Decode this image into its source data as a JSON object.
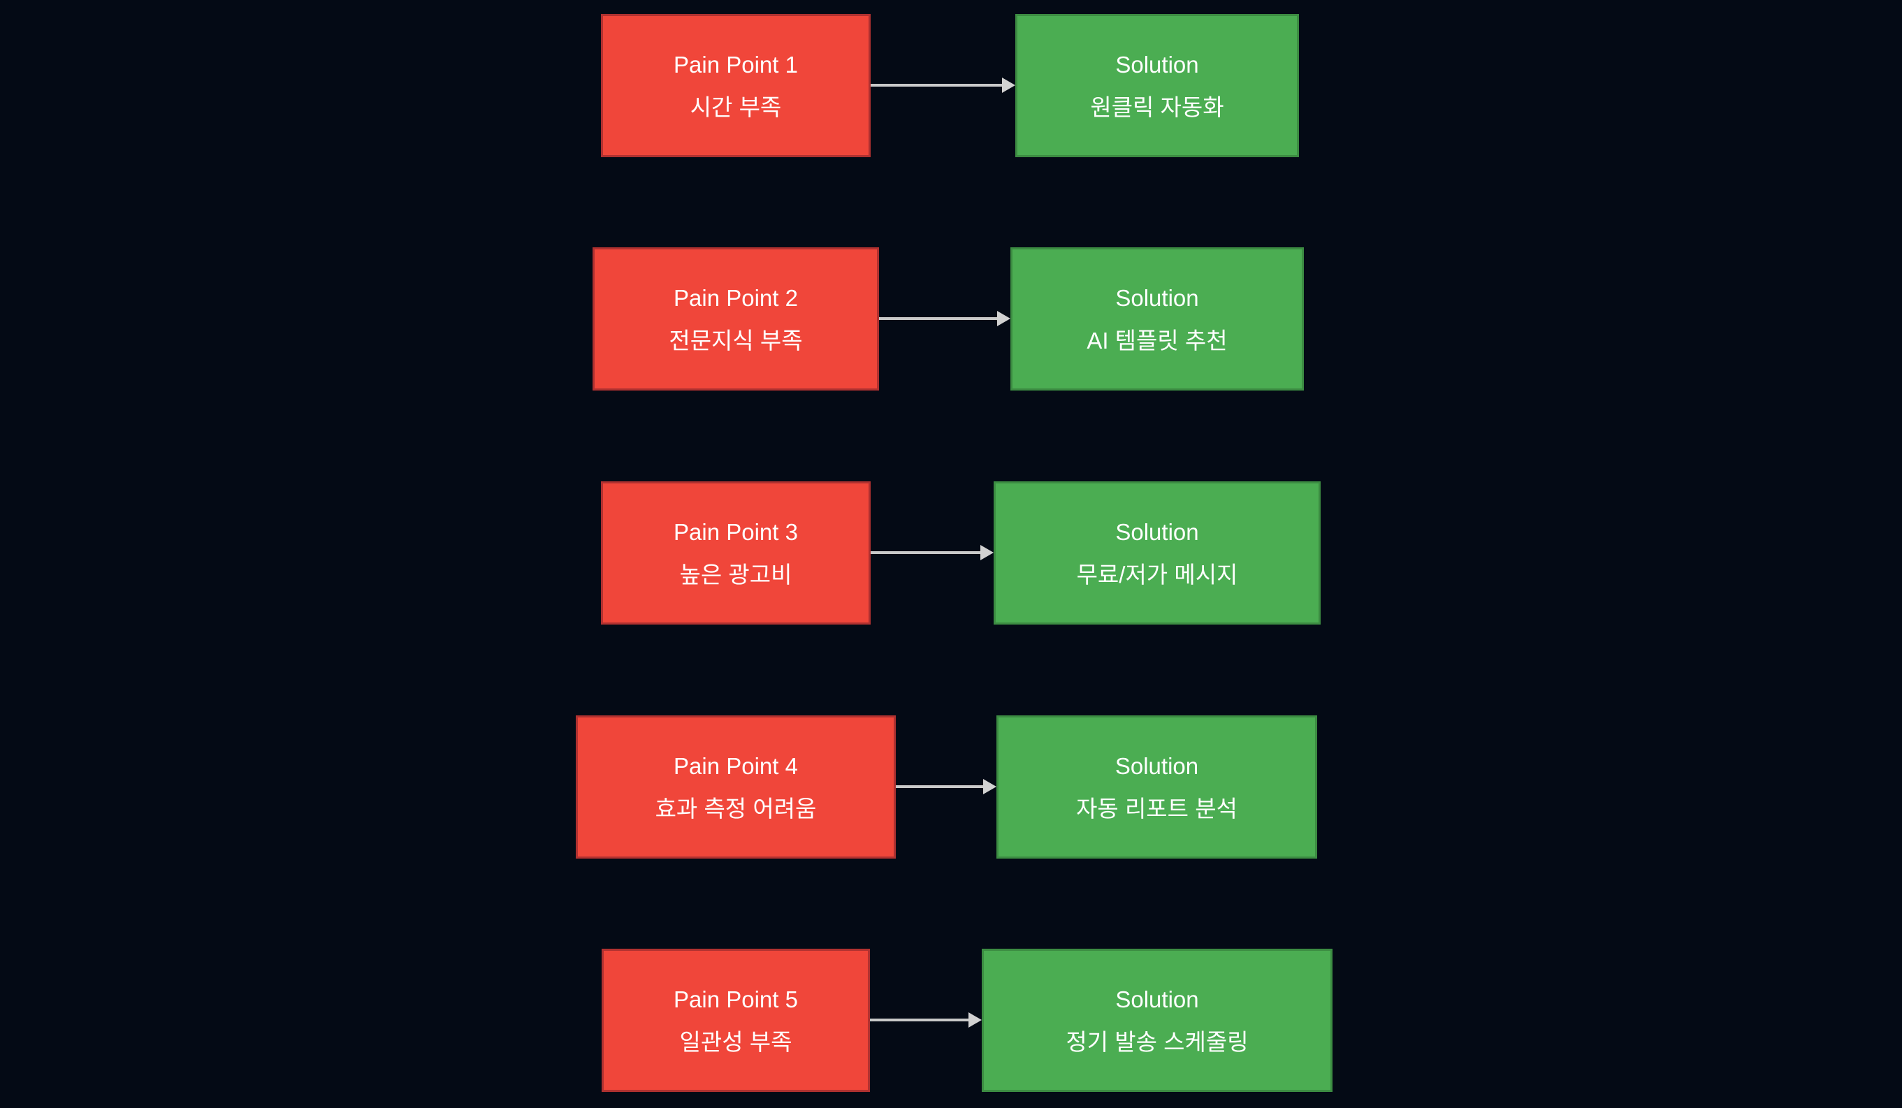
{
  "diagram": {
    "description": "Pain point to solution mapping flowchart",
    "rows": [
      {
        "pain": {
          "title": "Pain Point 1",
          "subtitle": "시간 부족"
        },
        "solution": {
          "title": "Solution",
          "subtitle": "원클릭 자동화"
        }
      },
      {
        "pain": {
          "title": "Pain Point 2",
          "subtitle": "전문지식 부족"
        },
        "solution": {
          "title": "Solution",
          "subtitle": "AI 템플릿 추천"
        }
      },
      {
        "pain": {
          "title": "Pain Point 3",
          "subtitle": "높은 광고비"
        },
        "solution": {
          "title": "Solution",
          "subtitle": "무료/저가 메시지"
        }
      },
      {
        "pain": {
          "title": "Pain Point 4",
          "subtitle": "효과 측정 어려움"
        },
        "solution": {
          "title": "Solution",
          "subtitle": "자동 리포트 분석"
        }
      },
      {
        "pain": {
          "title": "Pain Point 5",
          "subtitle": "일관성 부족"
        },
        "solution": {
          "title": "Solution",
          "subtitle": "정기 발송 스케줄링"
        }
      }
    ]
  },
  "colors": {
    "background": "#040a15",
    "pain_fill": "#f0463a",
    "pain_border": "#b03130",
    "solution_fill": "#4bad52",
    "solution_border": "#3c8c42",
    "arrow": "#c9c9c9",
    "text": "#ffffff"
  }
}
